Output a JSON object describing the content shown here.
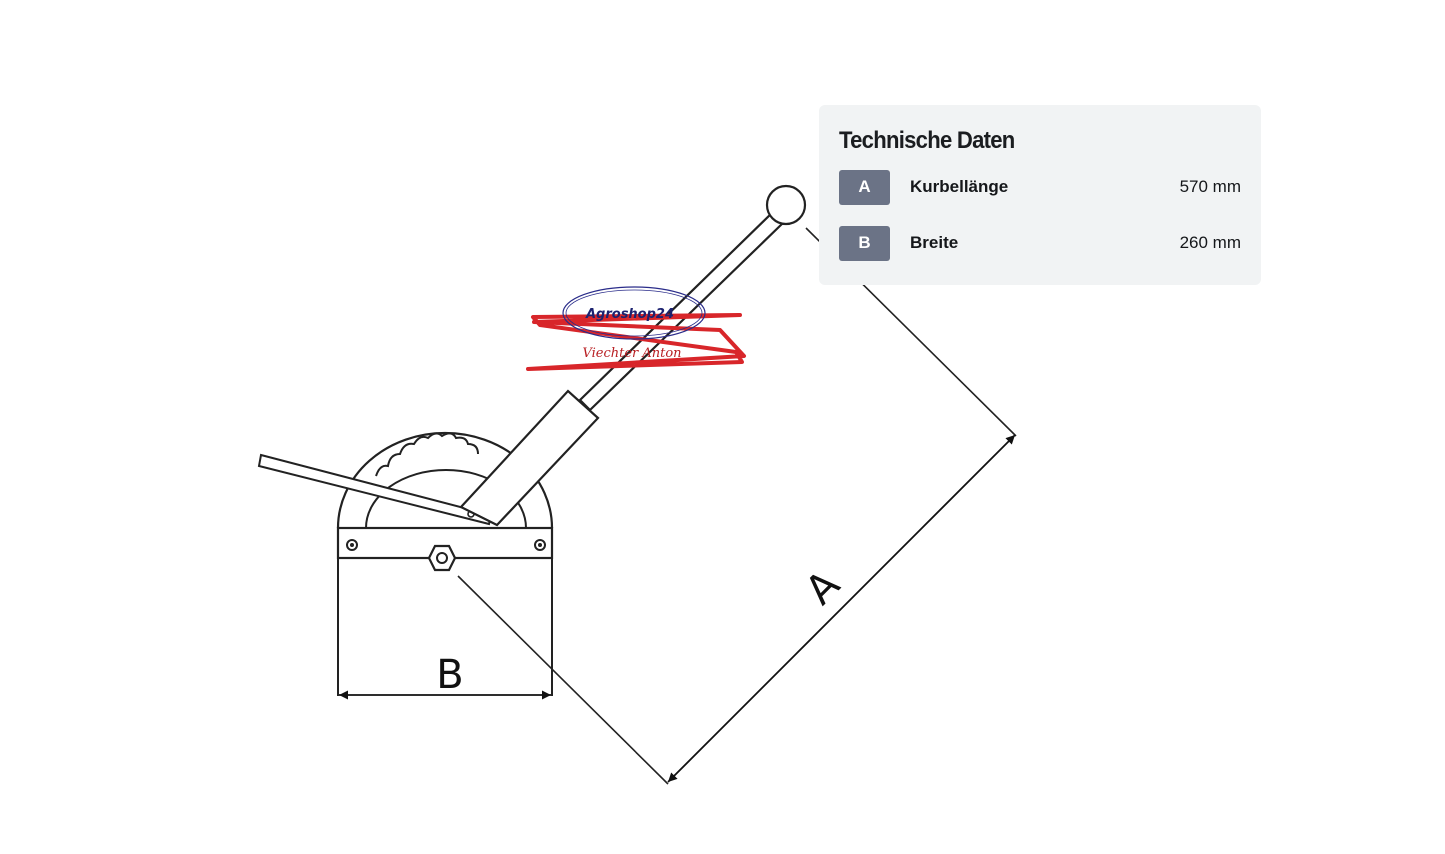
{
  "diagram": {
    "label_a": "A",
    "label_b": "B",
    "watermark": {
      "brand": "Agroshop24",
      "signature": "Viechter Anton"
    }
  },
  "specs": {
    "title": "Technische Daten",
    "rows": [
      {
        "key": "A",
        "name": "Kurbellänge",
        "value": "570 mm"
      },
      {
        "key": "B",
        "name": "Breite",
        "value": "260 mm"
      }
    ]
  },
  "colors": {
    "badge": "#6b7386",
    "panel": "#f1f3f4",
    "line": "#1a1a1a",
    "watermark_red": "#d8262a",
    "watermark_blue": "#2a2c8a"
  }
}
